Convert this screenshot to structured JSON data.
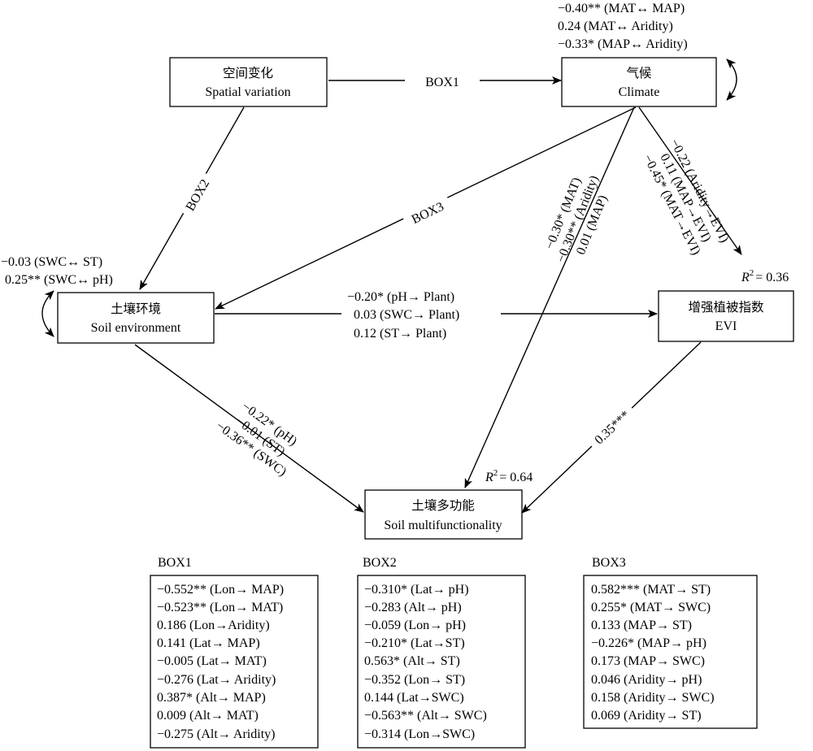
{
  "nodes": {
    "spatial": {
      "cn": "空间变化",
      "en": "Spatial variation"
    },
    "climate": {
      "cn": "气候",
      "en": "Climate"
    },
    "soil": {
      "cn": "土壤环境",
      "en": "Soil environment"
    },
    "evi": {
      "cn": "增强植被指数",
      "en": "EVI"
    },
    "multi": {
      "cn": "土壤多功能",
      "en": "Soil multifunctionality"
    }
  },
  "climate_covariances": [
    "−0.40** (MAT↔ MAP)",
    "0.24 (MAT↔ Aridity)",
    "−0.33* (MAP↔ Aridity)"
  ],
  "soil_covariances": [
    "−0.03 (SWC↔ ST)",
    "0.25** (SWC↔ pH)"
  ],
  "edges": {
    "box1_label": "BOX1",
    "box2_label": "BOX2",
    "box3_label": "BOX3",
    "soil_to_evi": [
      "−0.20* (pH→ Plant)",
      "0.03 (SWC→ Plant)",
      "0.12 (ST→ Plant)"
    ],
    "climate_to_evi": [
      "−0.22 (Aridity→EVI)",
      "0.11 (MAP→EVI)",
      "−0.45* (MAT→EVI)"
    ],
    "climate_to_multi": [
      "−0.30* (MAT)",
      "−0.30** (Aridity)",
      "0.01 (MAP)"
    ],
    "soil_to_multi": [
      "−0.22* (pH)",
      "−0.01 (ST)",
      "−0.36** (SWC)"
    ],
    "evi_to_multi": "0.35***"
  },
  "r2": {
    "evi": {
      "symbol": "R",
      "sup": "2",
      "value": "= 0.36"
    },
    "multi": {
      "symbol": "R",
      "sup": "2",
      "value": "= 0.64"
    }
  },
  "boxes": [
    {
      "title": "BOX1",
      "items": [
        "−0.552** (Lon→ MAP)",
        "−0.523** (Lon→ MAT)",
        "0.186 (Lon→Aridity)",
        "0.141 (Lat→ MAP)",
        "−0.005 (Lat→ MAT)",
        "−0.276 (Lat→ Aridity)",
        "0.387* (Alt→ MAP)",
        "0.009 (Alt→ MAT)",
        "−0.275 (Alt→ Aridity)"
      ]
    },
    {
      "title": "BOX2",
      "items": [
        "−0.310* (Lat→ pH)",
        "−0.283 (Alt→ pH)",
        "−0.059 (Lon→ pH)",
        "−0.210* (Lat→ST)",
        "0.563* (Alt→ ST)",
        "−0.352 (Lon→ ST)",
        "0.144 (Lat→SWC)",
        "−0.563** (Alt→ SWC)",
        "−0.314 (Lon→SWC)"
      ]
    },
    {
      "title": "BOX3",
      "items": [
        "0.582*** (MAT→ ST)",
        "0.255* (MAT→ SWC)",
        "0.133 (MAP→ ST)",
        "−0.226* (MAP→ pH)",
        "0.173 (MAP→ SWC)",
        "0.046 (Aridity→ pH)",
        "0.158 (Aridity→ SWC)",
        "0.069 (Aridity→ ST)"
      ]
    }
  ]
}
